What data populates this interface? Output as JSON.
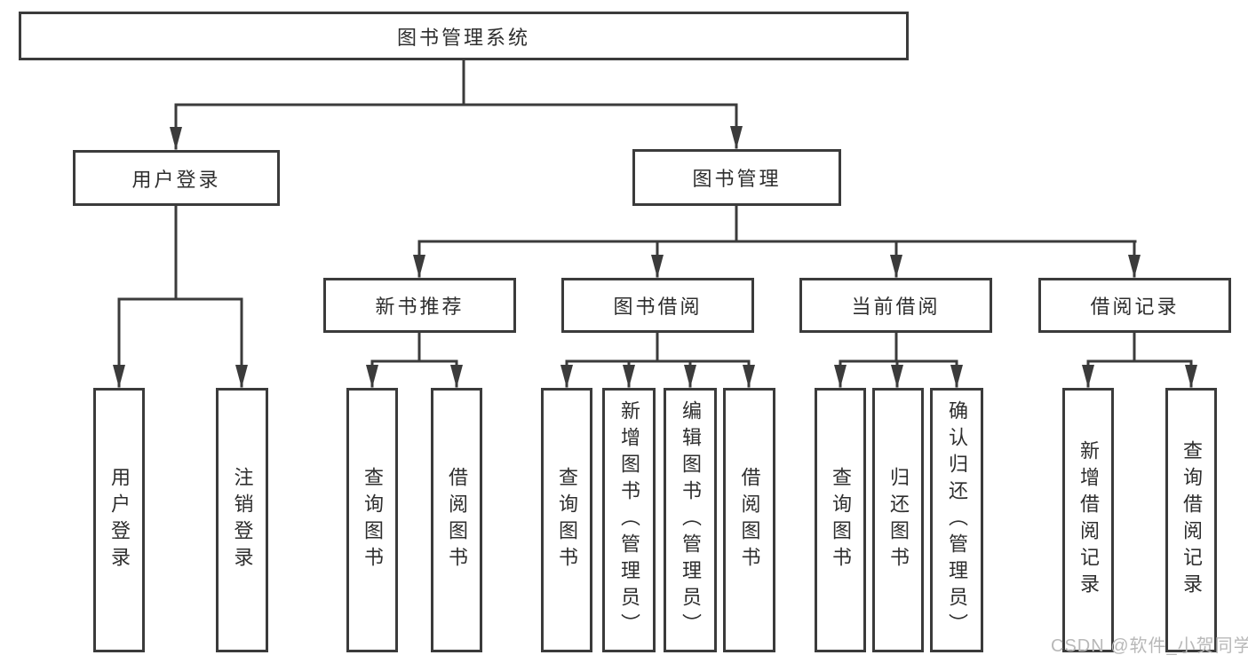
{
  "diagram": {
    "root": {
      "label": "图书管理系统"
    },
    "branches": [
      {
        "label": "用户登录",
        "leaves": [
          {
            "label": "用户登录"
          },
          {
            "label": "注销登录"
          }
        ]
      },
      {
        "label": "图书管理",
        "sections": [
          {
            "label": "新书推荐",
            "leaves": [
              {
                "label": "查询图书"
              },
              {
                "label": "借阅图书"
              }
            ]
          },
          {
            "label": "图书借阅",
            "leaves": [
              {
                "label": "查询图书"
              },
              {
                "label": "新增图书（管理员）"
              },
              {
                "label": "编辑图书（管理员）"
              },
              {
                "label": "借阅图书"
              }
            ]
          },
          {
            "label": "当前借阅",
            "leaves": [
              {
                "label": "查询图书"
              },
              {
                "label": "归还图书"
              },
              {
                "label": "确认归还（管理员）"
              }
            ]
          },
          {
            "label": "借阅记录",
            "leaves": [
              {
                "label": "新增借阅记录"
              },
              {
                "label": "查询借阅记录"
              }
            ]
          }
        ]
      }
    ]
  },
  "watermark": {
    "text": "CSDN @软件_小贺同学"
  },
  "colors": {
    "line": "#3b3b3b",
    "text": "#2e2e2e",
    "watermark": "#b8b8b8",
    "background": "#ffffff"
  }
}
